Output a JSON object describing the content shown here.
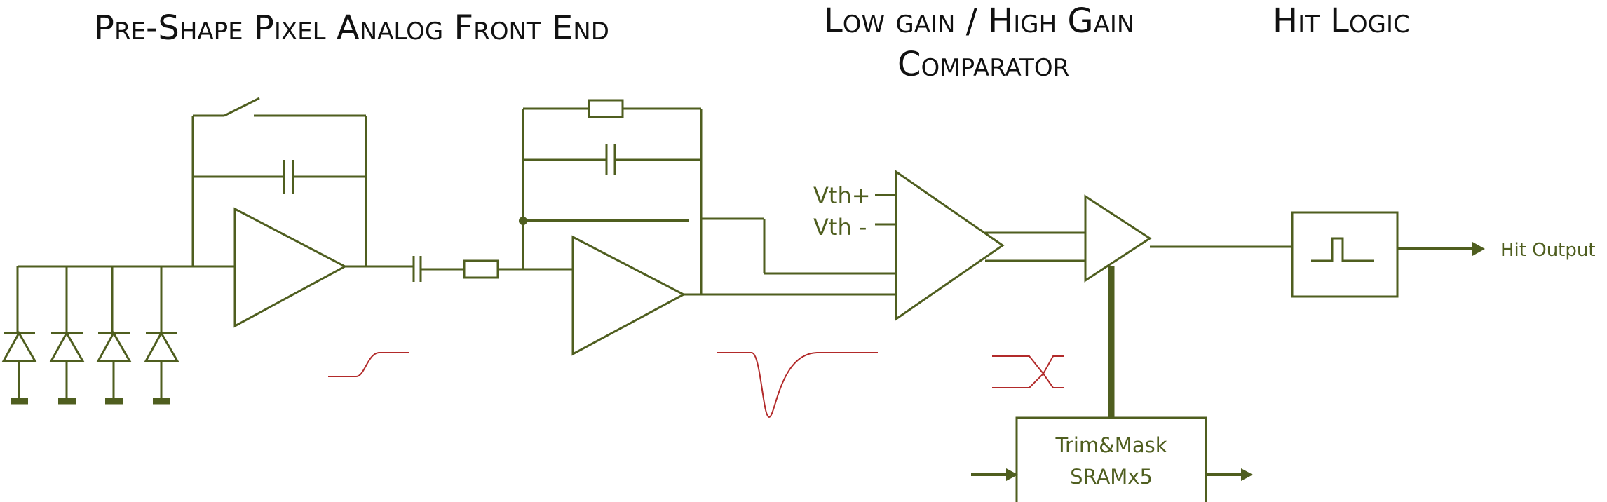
{
  "headings": {
    "frontend": "Pre-Shape Pixel Analog Front End",
    "comparator_line1": "Low gain / High Gain",
    "comparator_line2": "Comparator",
    "hit_logic": "Hit Logic"
  },
  "labels": {
    "vth_plus": "Vth+",
    "vth_minus": "Vth -",
    "hit_output": "Hit Output",
    "trim_mask_line1": "Trim&Mask",
    "trim_mask_line2": "SRAMx5"
  },
  "colors": {
    "wire": "#4f5e1f",
    "waveform": "#b22a2a",
    "heading": "#111111"
  }
}
